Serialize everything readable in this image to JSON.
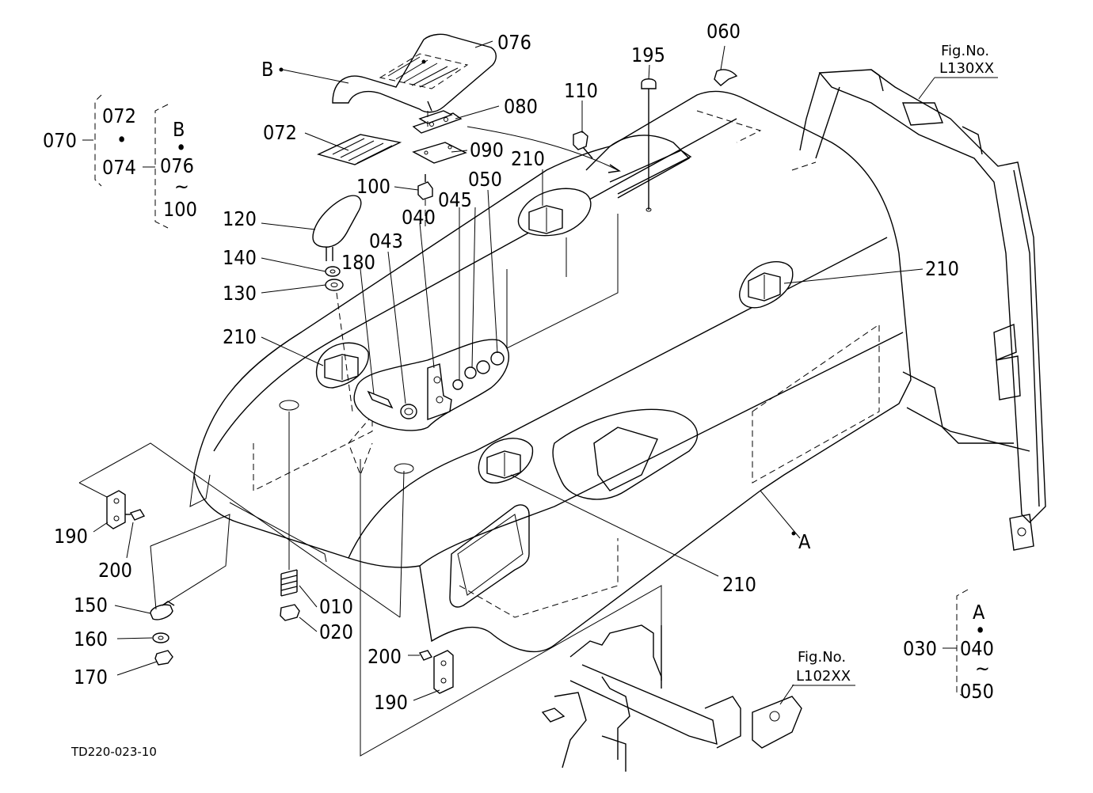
{
  "diagram": {
    "drawing_id": "TD220-023-10",
    "callouts": {
      "c076": "076",
      "c080": "080",
      "c090": "090",
      "c072": "072",
      "c100": "100",
      "c110": "110",
      "c195": "195",
      "c060": "060",
      "c120": "120",
      "c140": "140",
      "c130": "130",
      "c180": "180",
      "c043": "043",
      "c040": "040",
      "c045": "045",
      "c050": "050",
      "c210_top": "210",
      "c210_right": "210",
      "c210_left": "210",
      "c210_bottom": "210",
      "c190_left": "190",
      "c200_left": "200",
      "c150": "150",
      "c160": "160",
      "c170": "170",
      "c010": "010",
      "c020": "020",
      "c200_mid": "200",
      "c190_mid": "190",
      "ref_a": "A",
      "ref_b": "B"
    },
    "group_070": {
      "label": "070",
      "first": "072",
      "dot": "•",
      "second": "074",
      "b_label": "B",
      "b_dot": "•",
      "b_from": "076",
      "tilde": "~",
      "b_to": "100"
    },
    "group_030": {
      "label": "030",
      "a_label": "A",
      "a_dot": "•",
      "from": "040",
      "tilde": "~",
      "to": "050"
    },
    "fig_refs": {
      "top_right": {
        "title": "Fig.No.",
        "code": "L130XX"
      },
      "bottom": {
        "title": "Fig.No.",
        "code": "L102XX"
      }
    }
  }
}
